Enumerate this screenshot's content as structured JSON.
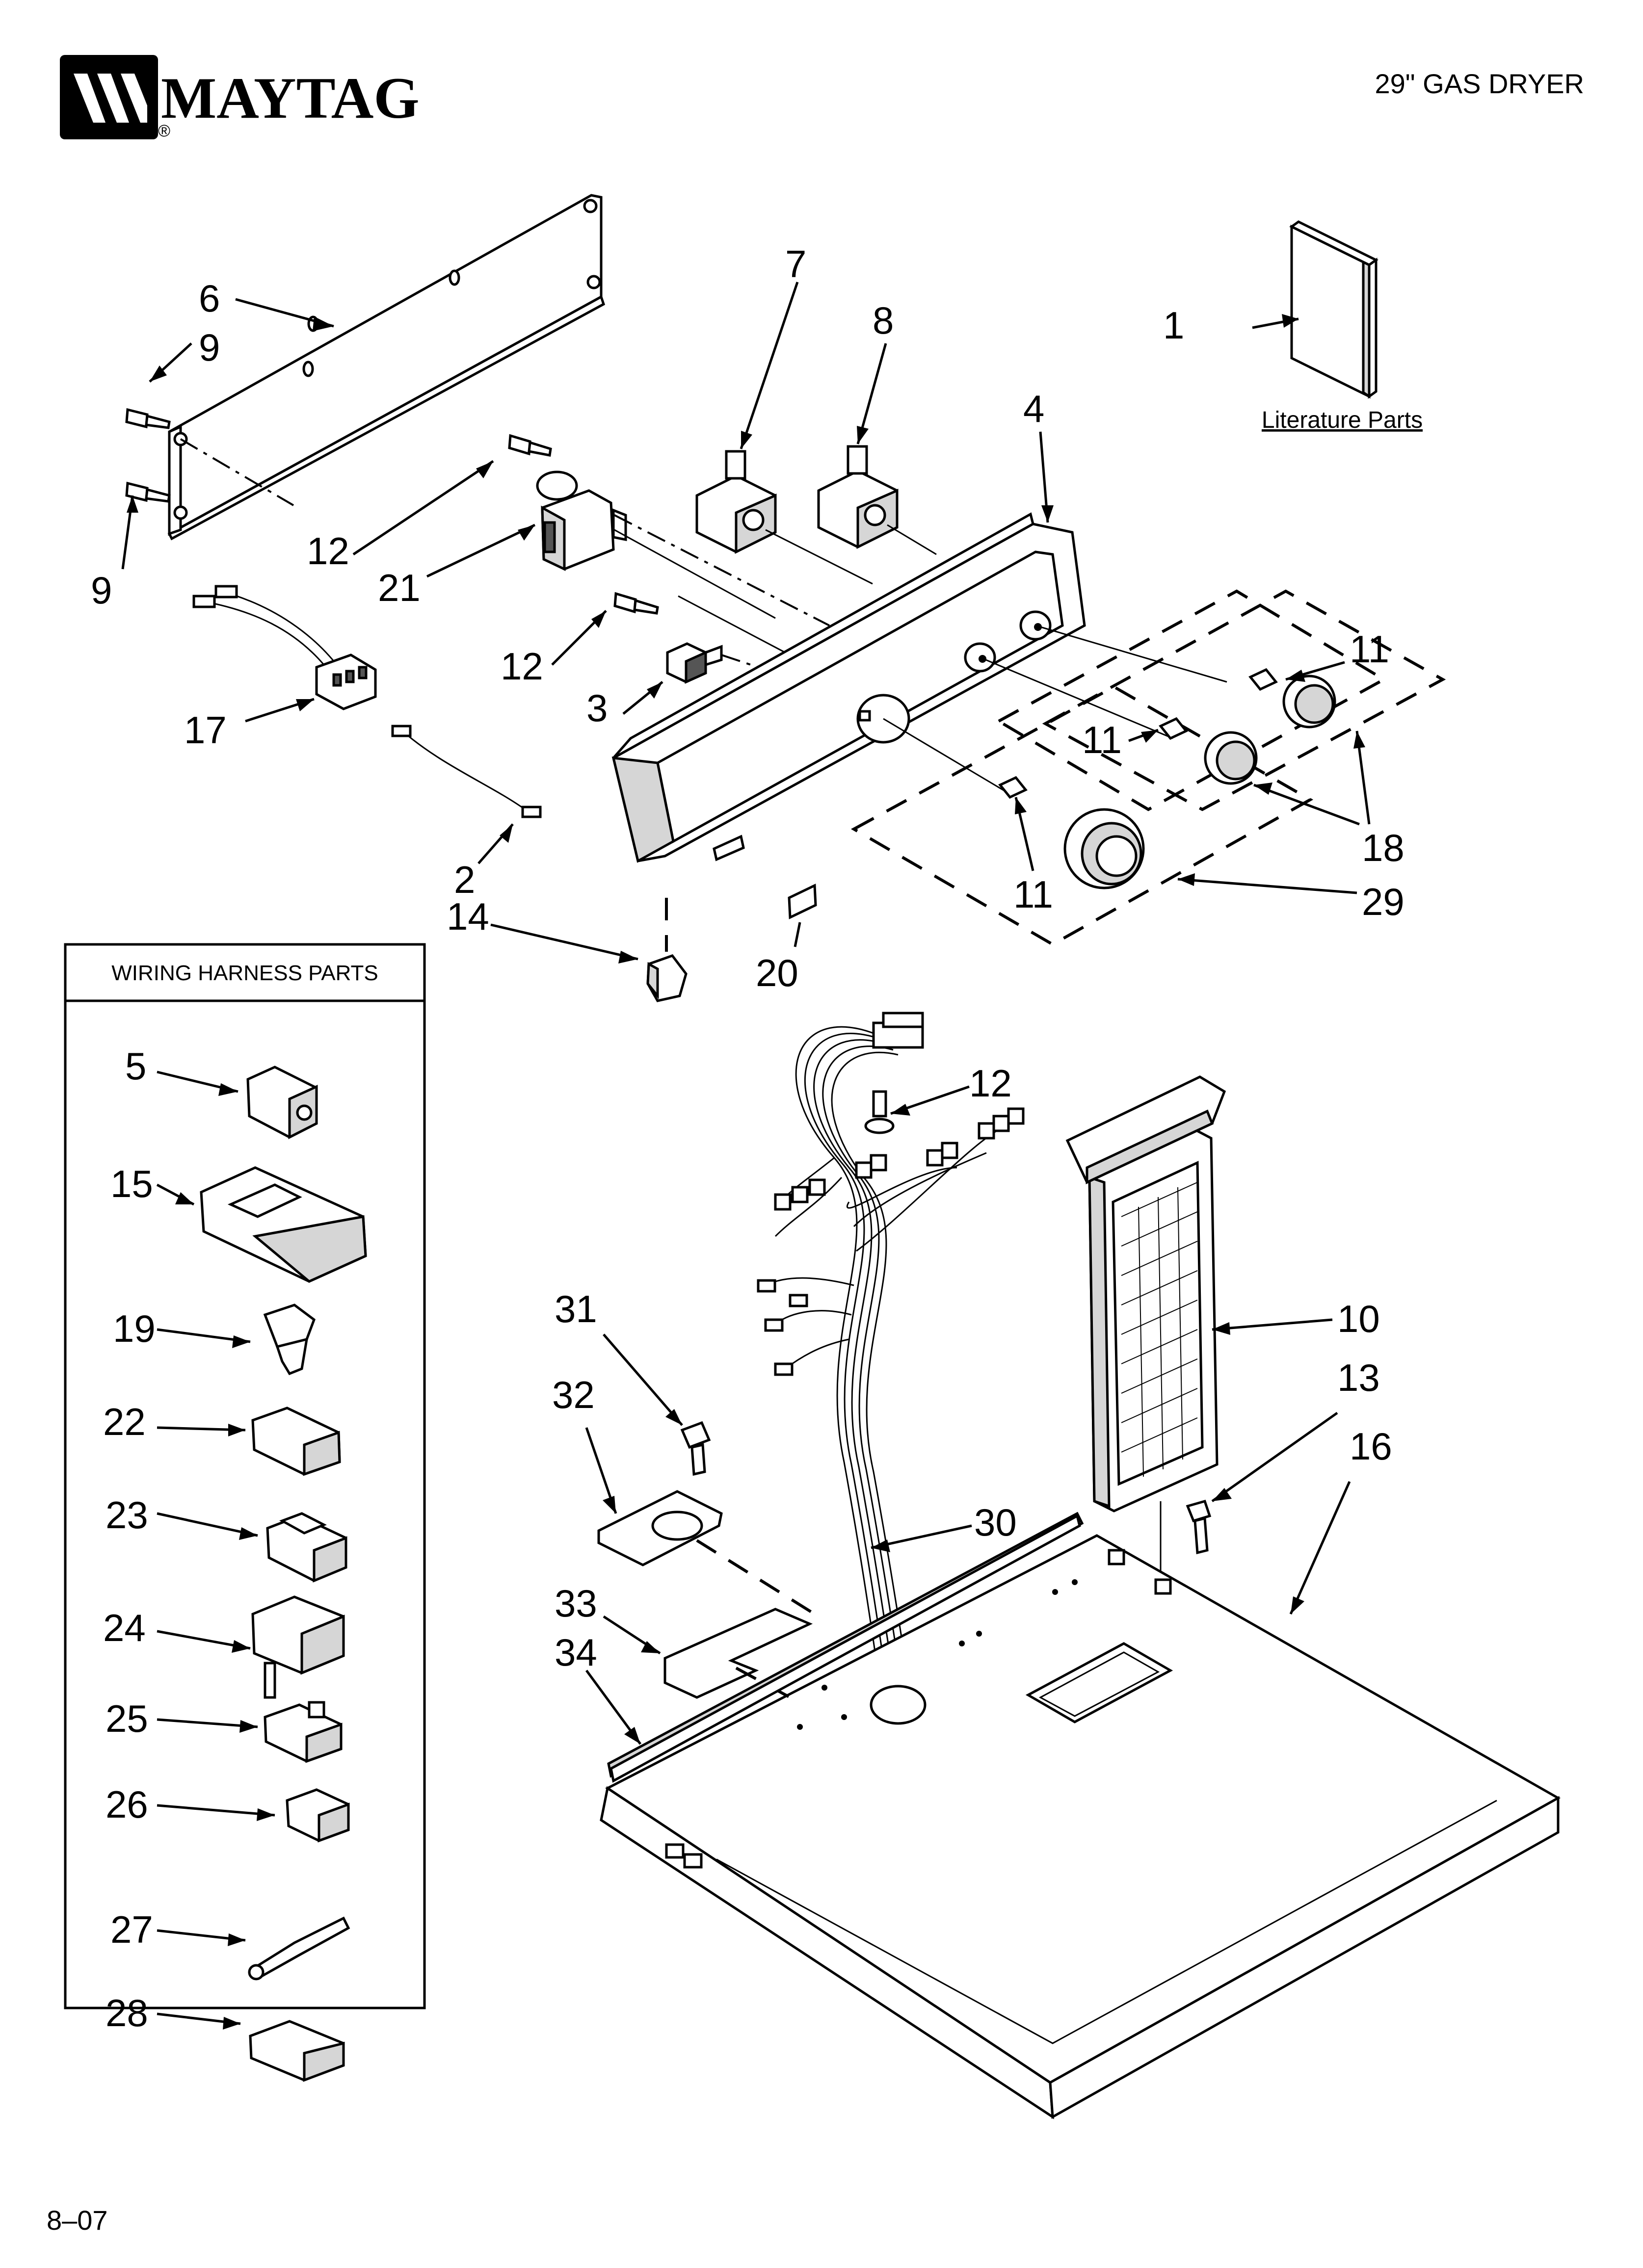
{
  "header": {
    "brand": "MAYTAG",
    "registered_mark": "®",
    "model_title": "29\" GAS DRYER"
  },
  "literature": {
    "label": "Literature Parts"
  },
  "wiring_box": {
    "title": "WIRING HARNESS PARTS"
  },
  "callouts": {
    "c1": "1",
    "c2": "2",
    "c3": "3",
    "c4": "4",
    "c5": "5",
    "c6": "6",
    "c7": "7",
    "c8": "8",
    "c9a": "9",
    "c9b": "9",
    "c10": "10",
    "c11a": "11",
    "c11b": "11",
    "c11c": "11",
    "c12a": "12",
    "c12b": "12",
    "c12c": "12",
    "c13": "13",
    "c14": "14",
    "c15": "15",
    "c16": "16",
    "c17": "17",
    "c18": "18",
    "c19": "19",
    "c20": "20",
    "c21": "21",
    "c22": "22",
    "c23": "23",
    "c24": "24",
    "c25": "25",
    "c26": "26",
    "c27": "27",
    "c28": "28",
    "c29": "29",
    "c30": "30",
    "c31": "31",
    "c32": "32",
    "c33": "33",
    "c34": "34"
  },
  "footer": {
    "date_code": "8–07"
  }
}
